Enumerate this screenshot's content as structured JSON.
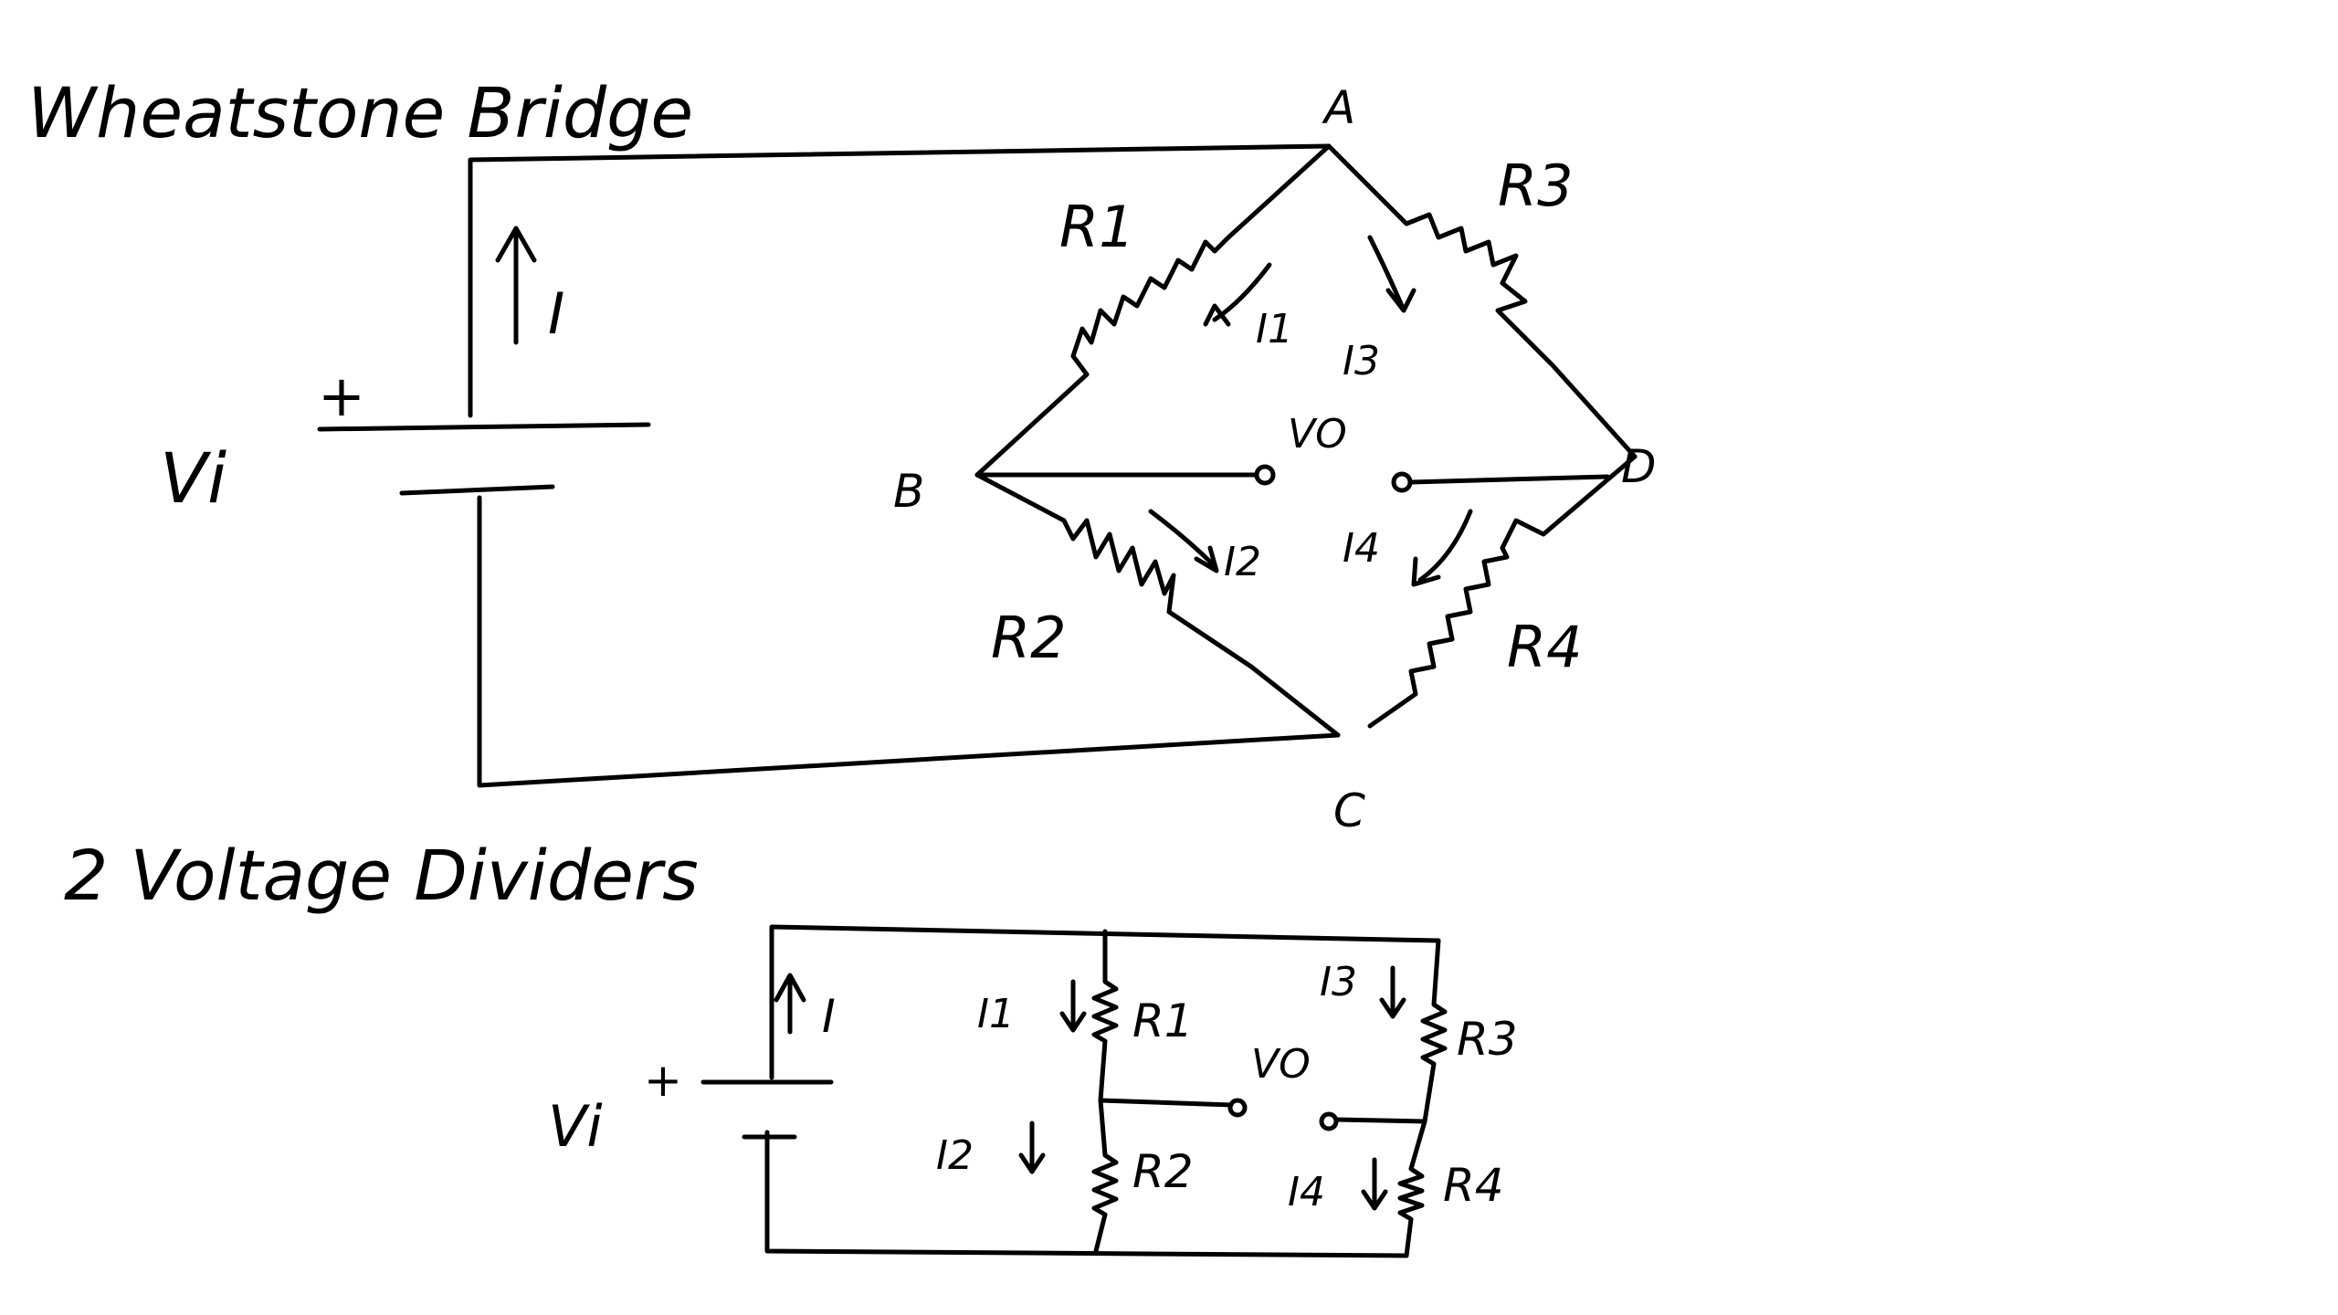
{
  "titles": {
    "bridge": "Wheatstone Bridge",
    "dividers": "2 Voltage Dividers"
  },
  "bridge": {
    "vi": "Vi",
    "plus": "+",
    "current": "I",
    "node_a": "A",
    "node_b": "B",
    "node_c": "C",
    "node_d": "D",
    "r1": "R1",
    "r2": "R2",
    "r3": "R3",
    "r4": "R4",
    "i1": "I1",
    "i2": "I2",
    "i3": "I3",
    "i4": "I4",
    "vo": "VO"
  },
  "dividers": {
    "vi": "Vi",
    "plus": "+",
    "current": "I",
    "r1": "R1",
    "r2": "R2",
    "r3": "R3",
    "r4": "R4",
    "i1": "I1",
    "i2": "I2",
    "i3": "I3",
    "i4": "I4",
    "vo": "VO"
  }
}
